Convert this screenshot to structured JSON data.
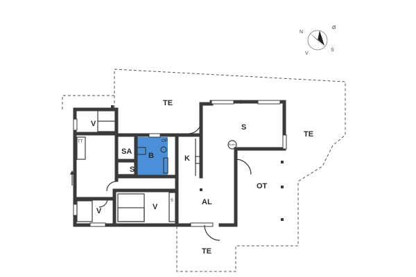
{
  "floorplan": {
    "colors": {
      "wall": "#3a3a3a",
      "bathroom": "#4a90d9",
      "dashed": "#555555"
    },
    "rooms": {
      "terrace_top": "TE",
      "terrace_right": "TE",
      "terrace_bottom": "TE",
      "living_s": "S",
      "kitchen": "K",
      "dining_al": "AL",
      "covered_ot": "OT",
      "sauna": "SA",
      "bathroom": "B",
      "storage_s": "S",
      "bedroom_top": "V",
      "bedroom_bottom_left": "V",
      "bedroom_middle": "V",
      "closet_s": "S"
    },
    "fixtures": {
      "tt": "TT",
      "op": "OP",
      "stove_label": "B-om"
    },
    "compass": {
      "n": "N",
      "o": "Ø",
      "s": "S",
      "v": "V",
      "icon": "compass-icon"
    }
  }
}
